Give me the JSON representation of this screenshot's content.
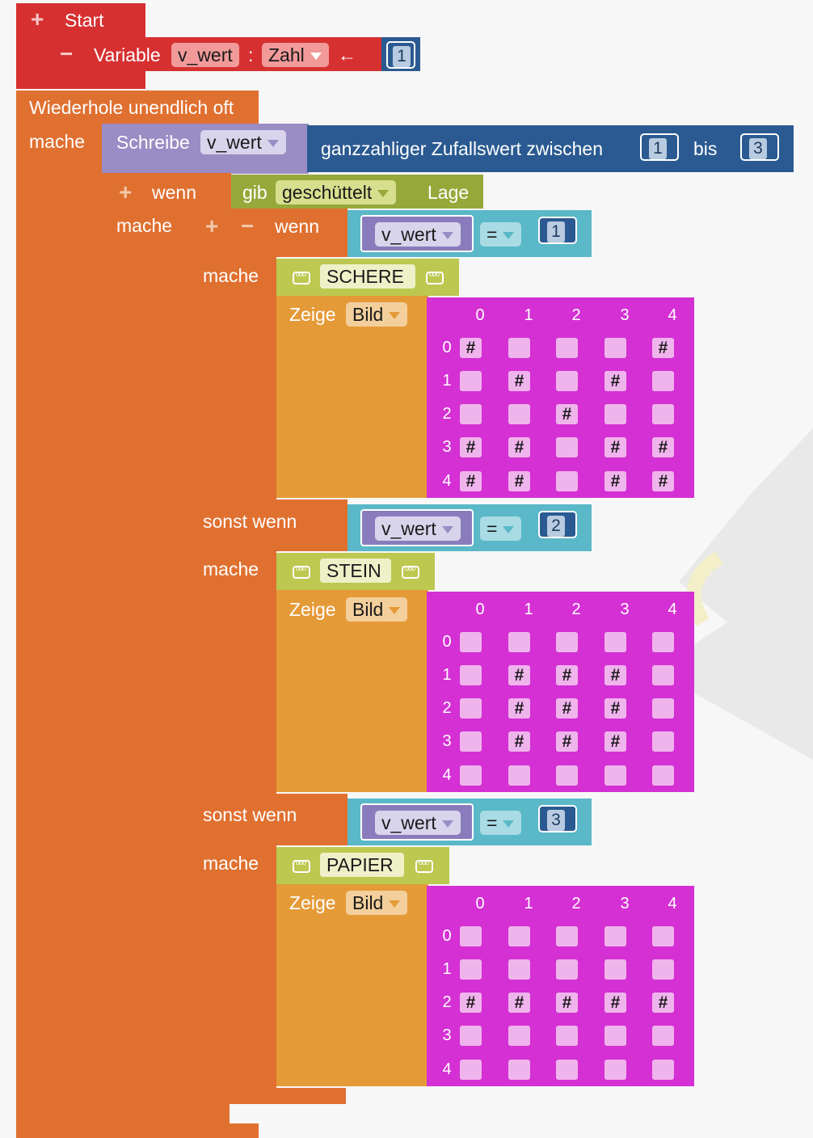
{
  "start": {
    "label": "Start"
  },
  "variable": {
    "label": "Variable",
    "name": "v_wert",
    "colon": ":",
    "type": "Zahl",
    "arrow": "←",
    "value": "1"
  },
  "loop": {
    "label": "Wiederhole unendlich oft",
    "do": "mache"
  },
  "write": {
    "label": "Schreibe",
    "var": "v_wert",
    "random_label": "ganzzahliger Zufallswert zwischen",
    "from": "1",
    "to_label": "bis",
    "to": "3"
  },
  "if_outer": {
    "label": "wenn",
    "do": "mache",
    "gesture_prefix": "gib",
    "gesture": "geschüttelt",
    "gesture_suffix": "Lage"
  },
  "if_inner": {
    "label": "wenn",
    "elseif_label": "sonst wenn",
    "do": "mache"
  },
  "branches": [
    {
      "var": "v_wert",
      "op": "=",
      "value": "1",
      "text": "SCHERE",
      "show": "Zeige",
      "image": "Bild",
      "grid": [
        [
          "#",
          "",
          "",
          "",
          "#"
        ],
        [
          "",
          "#",
          "",
          "#",
          ""
        ],
        [
          "",
          "",
          "#",
          "",
          ""
        ],
        [
          "#",
          "#",
          "",
          "#",
          "#"
        ],
        [
          "#",
          "#",
          "",
          "#",
          "#"
        ]
      ]
    },
    {
      "var": "v_wert",
      "op": "=",
      "value": "2",
      "text": "STEIN",
      "show": "Zeige",
      "image": "Bild",
      "grid": [
        [
          "",
          "",
          "",
          "",
          ""
        ],
        [
          "",
          "#",
          "#",
          "#",
          ""
        ],
        [
          "",
          "#",
          "#",
          "#",
          ""
        ],
        [
          "",
          "#",
          "#",
          "#",
          ""
        ],
        [
          "",
          "",
          "",
          "",
          ""
        ]
      ]
    },
    {
      "var": "v_wert",
      "op": "=",
      "value": "3",
      "text": "PAPIER",
      "show": "Zeige",
      "image": "Bild",
      "grid": [
        [
          "",
          "",
          "",
          "",
          ""
        ],
        [
          "",
          "",
          "",
          "",
          ""
        ],
        [
          "#",
          "#",
          "#",
          "#",
          "#"
        ],
        [
          "",
          "",
          "",
          "",
          ""
        ],
        [
          "",
          "",
          "",
          "",
          ""
        ]
      ]
    }
  ],
  "grid_labels": {
    "cols": [
      "0",
      "1",
      "2",
      "3",
      "4"
    ],
    "rows": [
      "0",
      "1",
      "2",
      "3",
      "4"
    ]
  },
  "colors": {
    "start": "#d63031",
    "loop": "#e07030",
    "display": "#e59a38",
    "write": "#9a8cc4",
    "math": "#2a5a91",
    "logic": "#5ab8c8",
    "text": "#bcc850",
    "input": "#97a83a",
    "image": "#d430d4"
  }
}
